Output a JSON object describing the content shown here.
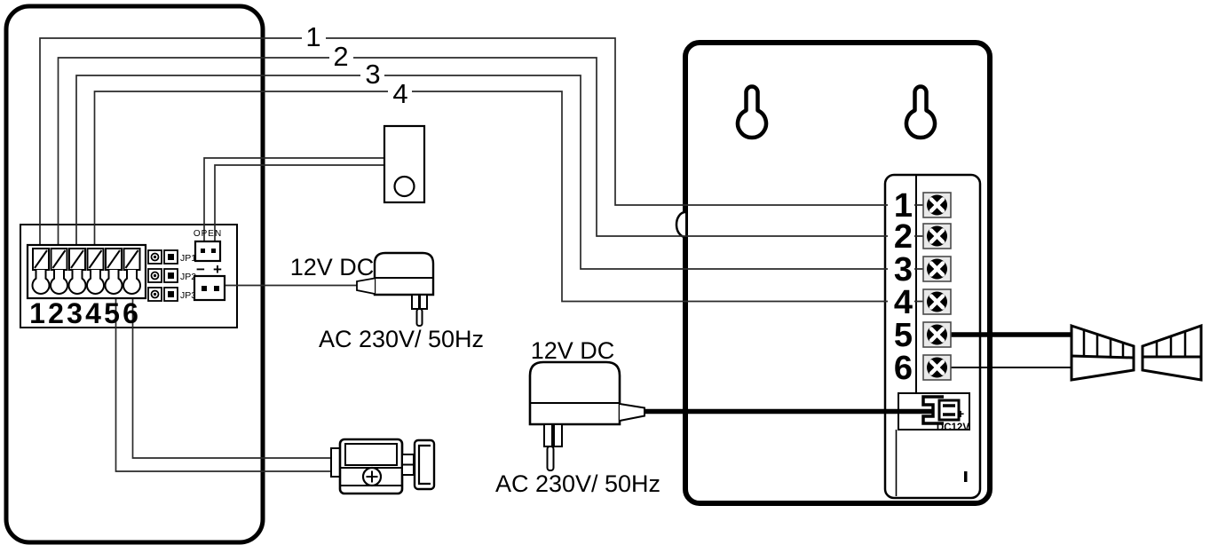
{
  "diagram": {
    "wire_labels": [
      "1",
      "2",
      "3",
      "4"
    ],
    "door_station": {
      "terminal_numbers": [
        "1",
        "2",
        "3",
        "4",
        "5",
        "6"
      ],
      "jumpers": [
        "JP1",
        "JP2",
        "JP3"
      ],
      "open_label": "OPEN",
      "power_minus": "−",
      "power_plus": "+"
    },
    "monitor": {
      "terminal_numbers": [
        "1",
        "2",
        "3",
        "4",
        "5",
        "6"
      ],
      "dc_jack_label": "DC12V",
      "dc_jack_plus": "+"
    },
    "adapter_door": {
      "dc_label": "12V DC",
      "ac_label": "AC 230V/ 50Hz"
    },
    "adapter_monitor": {
      "dc_label": "12V DC",
      "ac_label": "AC 230V/ 50Hz"
    },
    "colors": {
      "line": "#000000",
      "wire_thin": "#2a2a2a",
      "background": "#ffffff",
      "terminal_fill": "#e9e9e9"
    }
  }
}
